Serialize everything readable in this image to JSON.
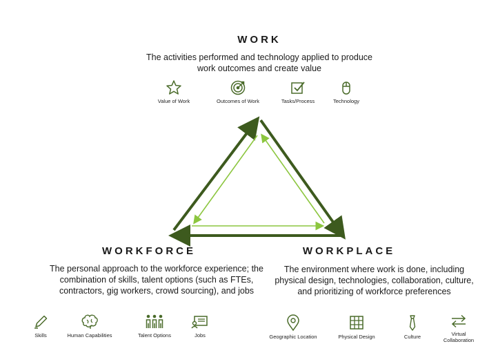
{
  "work": {
    "title": "WORK",
    "description": "The activities performed and technology applied to produce work outcomes and create value",
    "icons": [
      {
        "label": "Value of Work",
        "icon": "star-icon"
      },
      {
        "label": "Outcomes of Work",
        "icon": "target-icon"
      },
      {
        "label": "Tasks/Process",
        "icon": "checkbox-icon"
      },
      {
        "label": "Technology",
        "icon": "mouse-icon"
      }
    ]
  },
  "workforce": {
    "title": "WORKFORCE",
    "description": "The personal approach to the workforce experience; the combination of skills, talent options (such as FTEs, contractors, gig workers, crowd sourcing), and jobs",
    "icons": [
      {
        "label": "Skills",
        "icon": "pencil-icon"
      },
      {
        "label": "Human Capabilities",
        "icon": "brain-icon"
      },
      {
        "label": "Talent Options",
        "icon": "people-icon"
      },
      {
        "label": "Jobs",
        "icon": "id-card-icon"
      }
    ]
  },
  "workplace": {
    "title": "WORKPLACE",
    "description": "The environment where work is done, including physical design, technologies, collaboration, culture, and prioritizing of workforce preferences",
    "icons": [
      {
        "label": "Geographic Location",
        "icon": "map-pin-icon"
      },
      {
        "label": "Physical Design",
        "icon": "grid-icon"
      },
      {
        "label": "Culture",
        "icon": "tie-icon"
      },
      {
        "label": "Virtual Collaboration",
        "icon": "swap-arrows-icon"
      }
    ]
  },
  "colors": {
    "dark_green": "#3d5a1e",
    "light_green": "#8cc63f",
    "icon_green": "#4a6b2a"
  }
}
